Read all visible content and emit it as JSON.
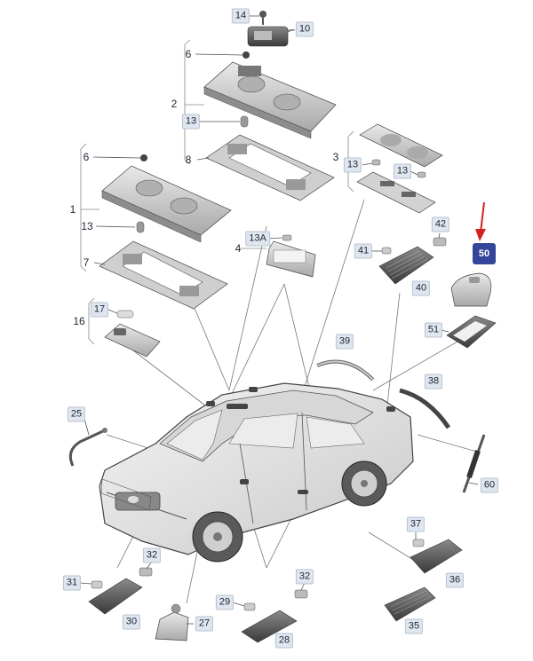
{
  "labels": {
    "p14": "14",
    "p10": "10",
    "p6a": "6",
    "p2": "2",
    "p13a": "13",
    "p8": "8",
    "p6b": "6",
    "p1": "1",
    "p13b": "13",
    "p7": "7",
    "p3": "3",
    "p13c": "13",
    "p13d": "13",
    "p4": "4",
    "p13A": "13A",
    "p41": "41",
    "p42": "42",
    "p40": "40",
    "p50": "50",
    "p51": "51",
    "p16": "16",
    "p17": "17",
    "p39": "39",
    "p38": "38",
    "p25": "25",
    "p60": "60",
    "p37": "37",
    "p36": "36",
    "p35": "35",
    "p31": "31",
    "p32a": "32",
    "p30": "30",
    "p27": "27",
    "p29": "29",
    "p32b": "32",
    "p28": "28"
  },
  "colors": {
    "label_bg": "#dfe6ef",
    "highlight": "#33469a",
    "arrow": "#d42020",
    "line": "#555555"
  }
}
